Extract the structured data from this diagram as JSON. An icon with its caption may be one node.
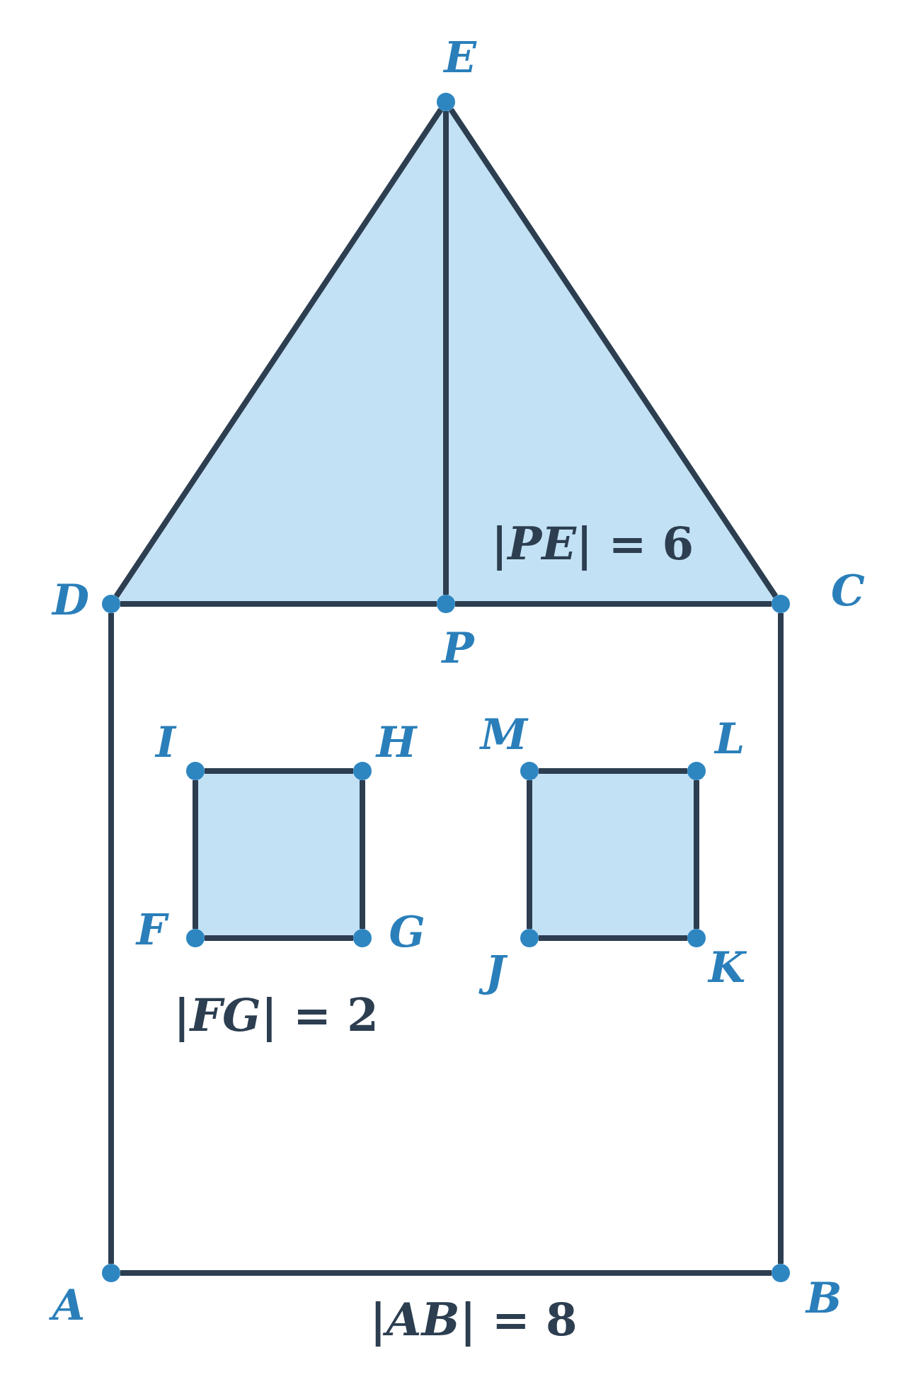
{
  "diagram": {
    "nodes": [
      {
        "text": [
          "E"
        ]
      },
      {
        "text": [
          "D"
        ]
      },
      {
        "text": [
          "P"
        ]
      },
      {
        "text": [
          "C"
        ]
      },
      {
        "text": [
          "I"
        ]
      },
      {
        "text": [
          "H"
        ]
      },
      {
        "text": [
          "M"
        ]
      },
      {
        "text": [
          "L"
        ]
      },
      {
        "text": [
          "F"
        ]
      },
      {
        "text": [
          "G"
        ]
      },
      {
        "text": [
          "J"
        ]
      },
      {
        "text": [
          "K"
        ]
      },
      {
        "text": [
          "A"
        ]
      },
      {
        "text": [
          "B"
        ]
      }
    ],
    "edges": [
      {
        "from": 0,
        "to": 1,
        "arrow": "none"
      },
      {
        "from": 0,
        "to": 3,
        "arrow": "none"
      },
      {
        "from": 0,
        "to": 2,
        "arrow": "none"
      },
      {
        "from": 1,
        "to": 2,
        "arrow": "none"
      },
      {
        "from": 2,
        "to": 3,
        "arrow": "none"
      },
      {
        "from": 1,
        "to": 12,
        "arrow": "none"
      },
      {
        "from": 12,
        "to": 13,
        "arrow": "none"
      },
      {
        "from": 13,
        "to": 3,
        "arrow": "none"
      },
      {
        "from": 4,
        "to": 5,
        "arrow": "none"
      },
      {
        "from": 5,
        "to": 9,
        "arrow": "none"
      },
      {
        "from": 9,
        "to": 8,
        "arrow": "none"
      },
      {
        "from": 8,
        "to": 4,
        "arrow": "none"
      },
      {
        "from": 6,
        "to": 7,
        "arrow": "none"
      },
      {
        "from": 7,
        "to": 11,
        "arrow": "none"
      },
      {
        "from": 11,
        "to": 10,
        "arrow": "none"
      },
      {
        "from": 10,
        "to": 6,
        "arrow": "none"
      }
    ],
    "labels": [
      "|*PE*| = 6",
      "|*FG*| = 2",
      "|*AB*| = 8"
    ]
  }
}
